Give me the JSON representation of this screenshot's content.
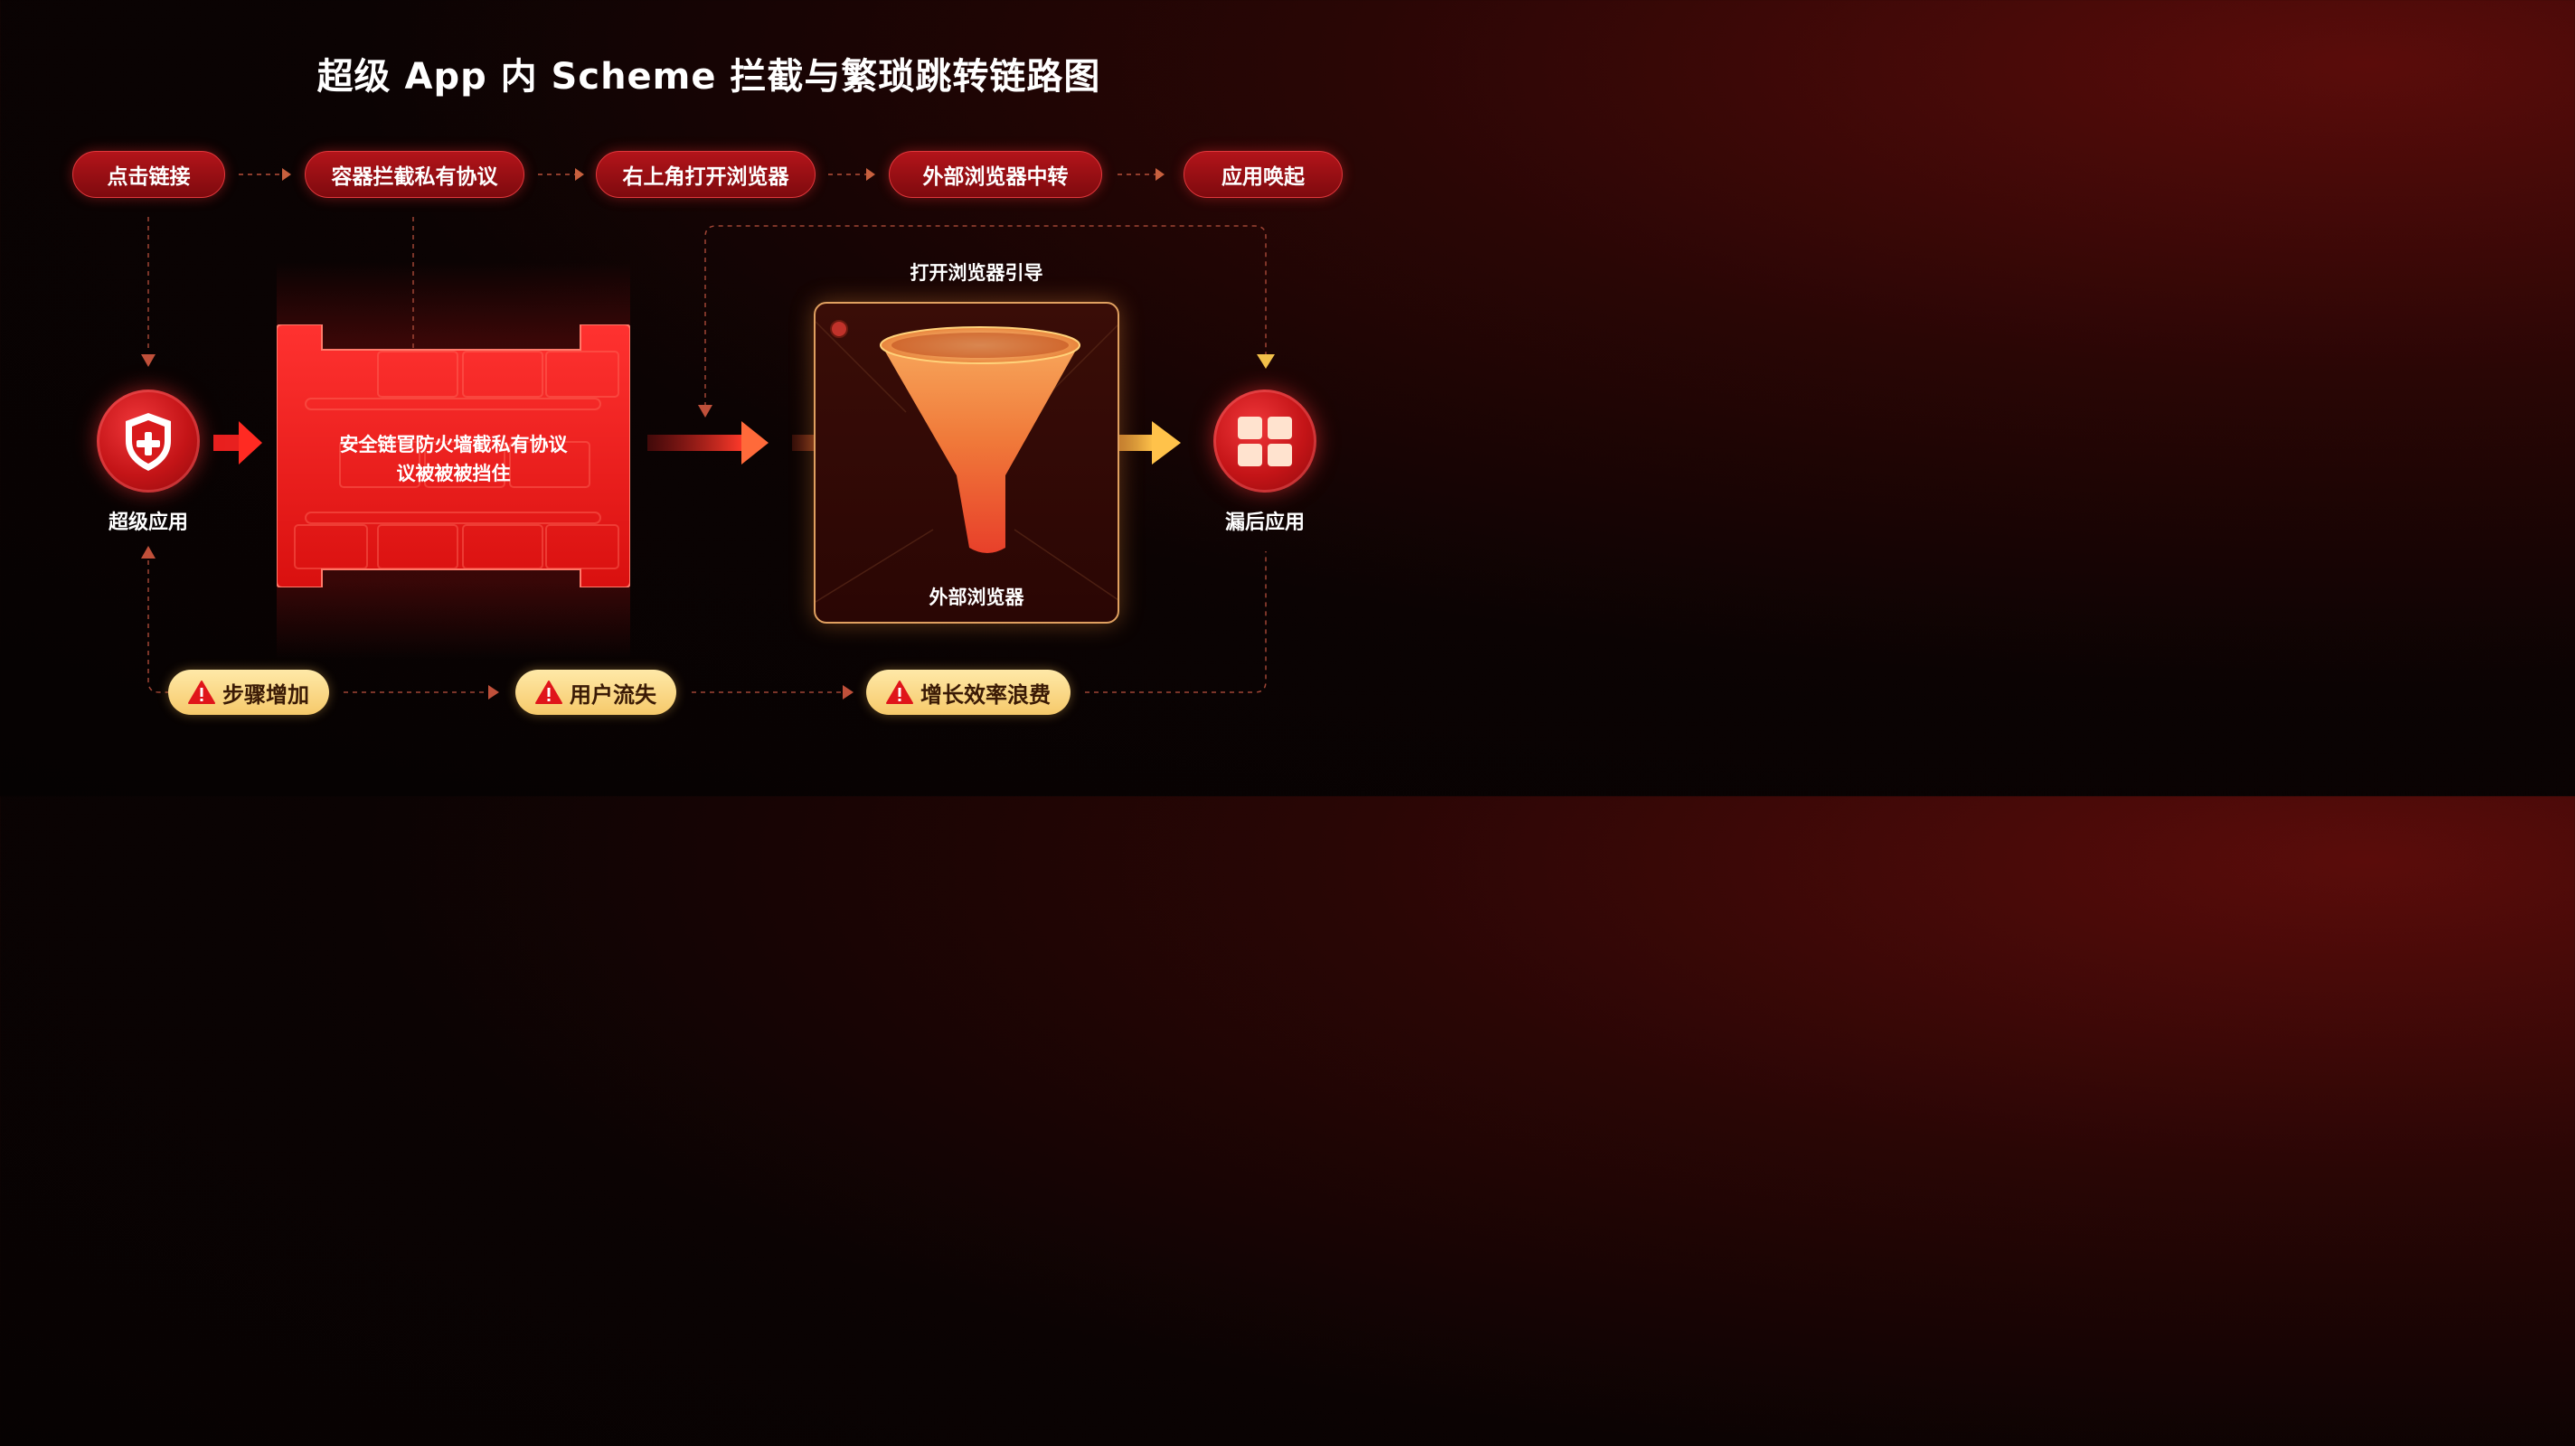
{
  "title": "超级 App 内 Scheme 拦截与繁琐跳转链路图",
  "steps": [
    {
      "label": "点击链接"
    },
    {
      "label": "容器拦截私有协议"
    },
    {
      "label": "右上角打开浏览器"
    },
    {
      "label": "外部浏览器中转"
    },
    {
      "label": "应用唤起"
    }
  ],
  "nodes": {
    "super_app": {
      "label": "超级应用",
      "icon": "shield-plus-icon"
    },
    "firewall": {
      "line1": "安全链冟防火墙截私有协议",
      "line2": "议被被被挡住"
    },
    "browser_guide": {
      "label": "打开浏览器引导"
    },
    "external_browser": {
      "label": "外部浏览器",
      "icon": "funnel-icon"
    },
    "target_app": {
      "label": "漏后应用",
      "icon": "grid-icon"
    }
  },
  "warnings": [
    {
      "label": "步骤增加",
      "icon": "warning-icon"
    },
    {
      "label": "用户流失",
      "icon": "warning-icon"
    },
    {
      "label": "增长效率浪费",
      "icon": "warning-icon"
    }
  ],
  "colors": {
    "accent_red": "#c41417",
    "accent_orange": "#f59a3a",
    "warning_yellow": "#f6c96a",
    "background": "#050202"
  }
}
